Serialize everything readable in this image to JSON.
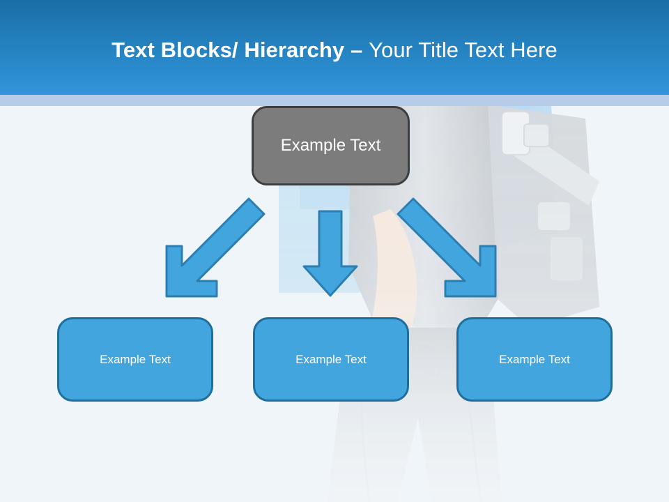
{
  "slide": {
    "title_bold": "Text Blocks/ Hierarchy –",
    "title_light": "Your Title Text Here",
    "background_color": "#F0F5F9",
    "header_color_top": "#1A6EA6",
    "header_color_bottom": "#3296DA",
    "header_accent_color": "#B6CCE8",
    "background_image_description": "faded photograph of a child wearing a gray and blue backpack"
  },
  "diagram": {
    "type": "hierarchy",
    "root": {
      "label": "Example  Text",
      "fill_color": "#7C7C7C",
      "border_color": "#3E3E3E",
      "text_color": "#FFFFFF"
    },
    "children": [
      {
        "label": "Example Text",
        "fill_color": "#42A5DD",
        "border_color": "#1F6E9C",
        "text_color": "#FFFFFF"
      },
      {
        "label": "Example Text",
        "fill_color": "#42A5DD",
        "border_color": "#1F6E9C",
        "text_color": "#FFFFFF"
      },
      {
        "label": "Example Text",
        "fill_color": "#42A5DD",
        "border_color": "#1F6E9C",
        "text_color": "#FFFFFF"
      }
    ],
    "connectors": [
      {
        "name": "arrow-down-left",
        "direction": "down-left",
        "fill_color": "#42A5DD",
        "border_color": "#2C7DB0"
      },
      {
        "name": "arrow-down",
        "direction": "down",
        "fill_color": "#42A5DD",
        "border_color": "#2C7DB0"
      },
      {
        "name": "arrow-down-right",
        "direction": "down-right",
        "fill_color": "#42A5DD",
        "border_color": "#2C7DB0"
      }
    ]
  }
}
